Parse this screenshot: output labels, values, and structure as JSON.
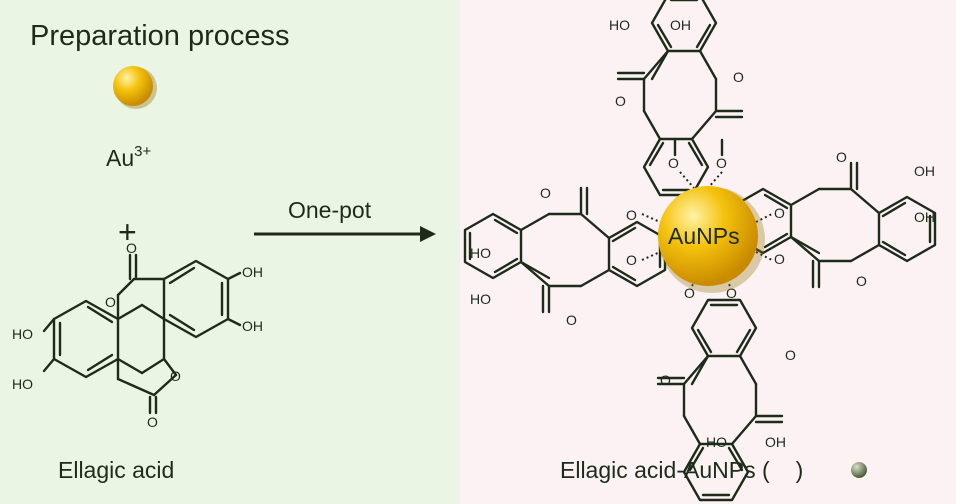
{
  "title": "Preparation process",
  "reactant_metal": {
    "base": "Au",
    "superscript": "3+"
  },
  "plus": "+",
  "arrow_label": "One-pot",
  "reactant_name": "Ellagic acid",
  "center_label": "AuNPs",
  "product_name": "Ellagic acid-AuNPs (",
  "product_name_close": ")",
  "atoms": {
    "oh": "OH",
    "ho": "HO",
    "o": "O"
  },
  "colors": {
    "left_bg": "#eaf6e3",
    "right_bg": "#fcf2f3",
    "gold": "#f4c20d",
    "ink": "#1d2b1a"
  }
}
